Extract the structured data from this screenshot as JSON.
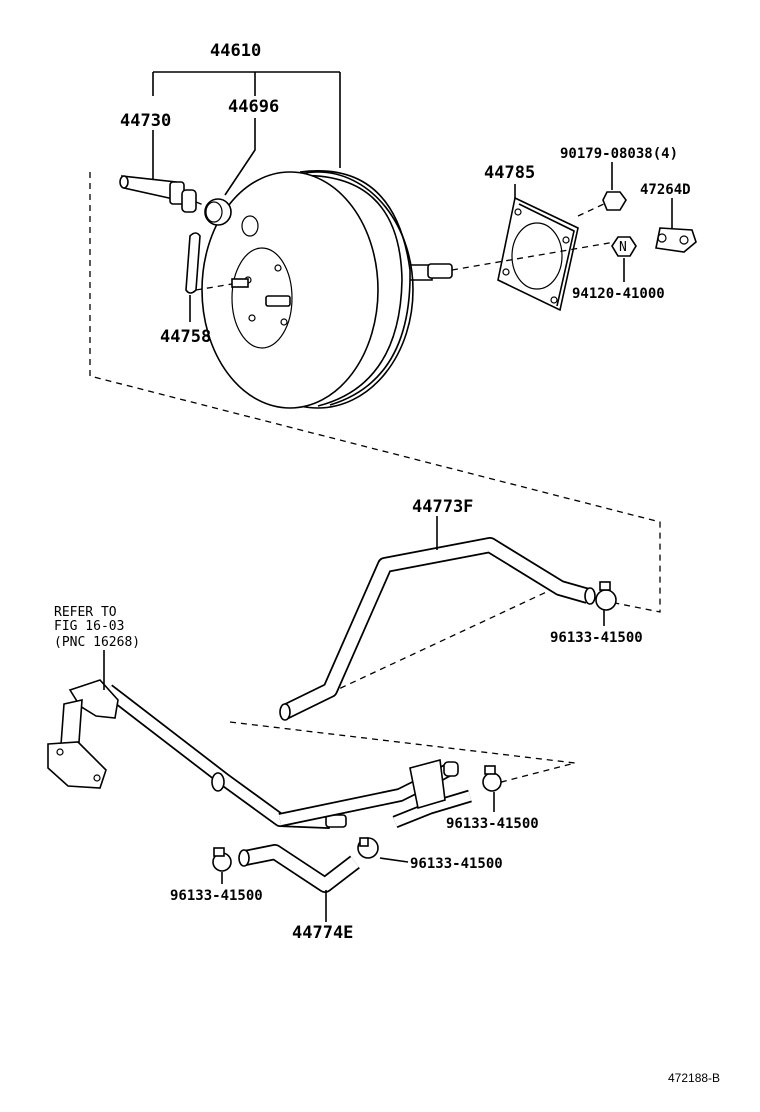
{
  "labels": {
    "booster_assy": "44610",
    "check_valve": "44730",
    "grommet": "44696",
    "clip": "44758",
    "gasket": "44785",
    "nut": "90179-08038(4)",
    "bracket": "47264D",
    "n_part": "94120-41000",
    "hose_upper": "44773F",
    "clamp_upper": "96133-41500",
    "clamp_right": "96133-41500",
    "clamp_mid": "96133-41500",
    "clamp_lower": "96133-41500",
    "hose_lower": "44774E",
    "n_symbol": "N"
  },
  "refer_note": [
    "REFER TO",
    "FIG 16-03",
    "(PNC 16268)"
  ],
  "figure_id": "472188-B"
}
